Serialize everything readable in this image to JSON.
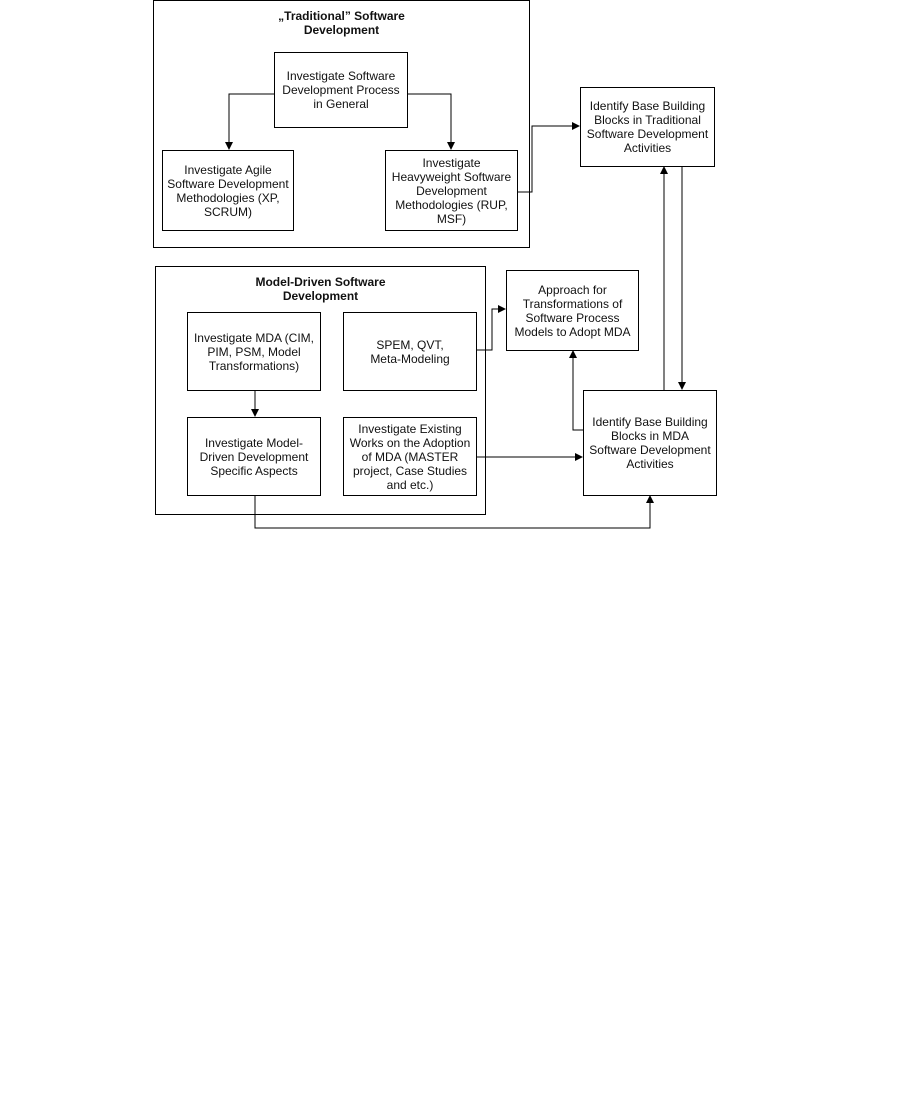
{
  "groups": {
    "traditional": "„Traditional” Software Development",
    "model_driven": "Model-Driven Software Development"
  },
  "boxes": {
    "general": "Investigate Software Development Process in General",
    "agile": "Investigate Agile Software Development Methodologies (XP, SCRUM)",
    "heavyweight": "Investigate Heavyweight Software Development Methodologies (RUP, MSF)",
    "identify_traditional": "Identify Base Building Blocks in Traditional Software Development Activities",
    "mda": "Investigate MDA (CIM, PIM, PSM, Model Transformations)",
    "spem": "SPEM, QVT, Meta-Modeling",
    "md_aspects": "Investigate Model-Driven Development Specific Aspects",
    "existing_works": "Investigate Existing Works on the Adoption of MDA (MASTER project, Case Studies and etc.)",
    "approach": "Approach for Transformations of Software Process Models to Adopt MDA",
    "identify_mda": "Identify Base Building Blocks in MDA Software Development Activities"
  }
}
